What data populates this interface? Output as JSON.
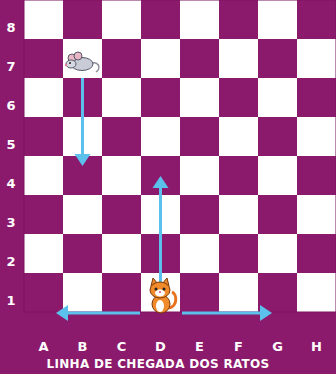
{
  "diagram": {
    "labels": [
      "8",
      "7",
      "6",
      "5",
      "4",
      "3",
      "2",
      "1",
      "A",
      "B",
      "C",
      "D",
      "E",
      "F",
      "G",
      "H",
      "LINHA DE CHEGADA DOS RATOS"
    ]
  }
}
